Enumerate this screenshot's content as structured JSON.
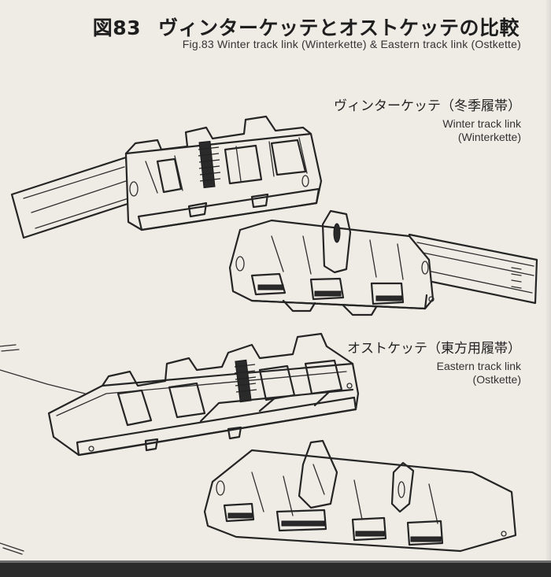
{
  "figure": {
    "title_prefix": "図83",
    "title_main": "ヴィンターケッテとオストケッテの比較",
    "subtitle": "Fig.83 Winter track link (Winterkette) & Eastern track link (Ostkette)"
  },
  "labels": {
    "winter": {
      "jp": "ヴィンターケッテ（冬季履帯）",
      "en_line1": "Winter track link",
      "en_line2": "(Winterkette)"
    },
    "eastern": {
      "jp": "オストケッテ（東方用履帯）",
      "en_line1": "Eastern track link",
      "en_line2": "(Ostkette)"
    }
  }
}
